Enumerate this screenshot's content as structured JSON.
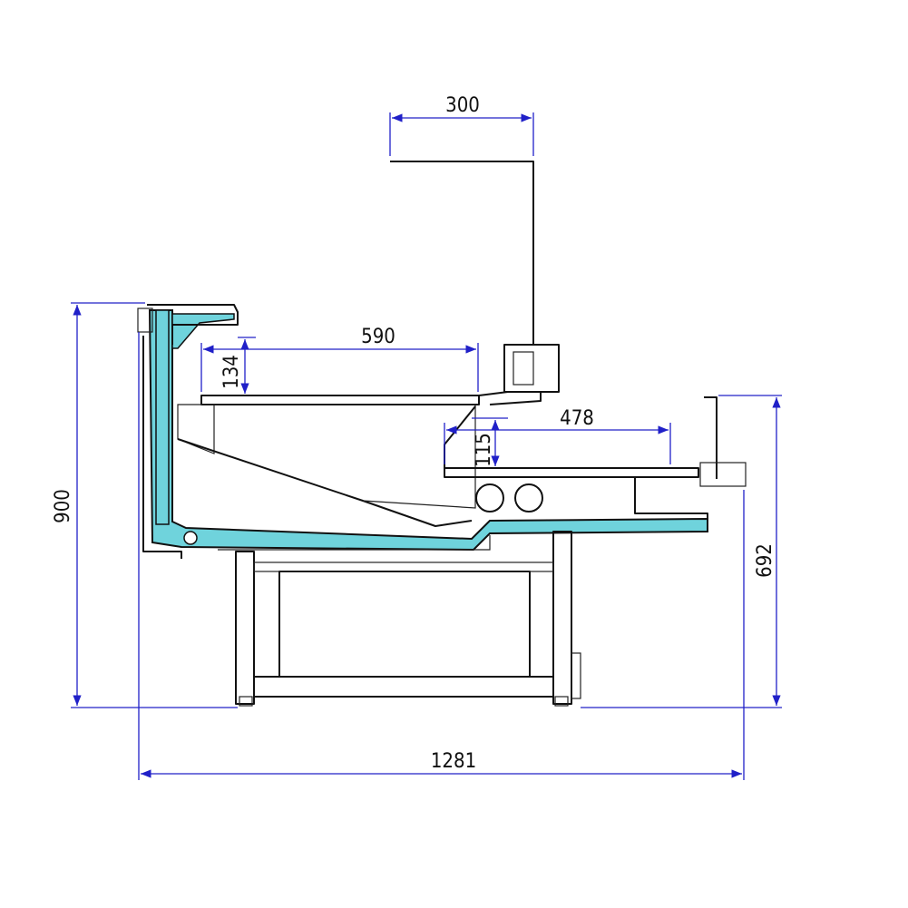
{
  "colors": {
    "dimension": "#2020c8",
    "insulation": "#6fd3dc",
    "outline": "#111111",
    "background": "#ffffff"
  },
  "dimensions": {
    "top_canopy_width": "300",
    "upper_shelf_width": "590",
    "upper_shelf_depth": "134",
    "lower_shelf_width": "478",
    "lower_shelf_depth": "115",
    "total_height": "900",
    "counter_height": "692",
    "total_depth": "1281"
  }
}
